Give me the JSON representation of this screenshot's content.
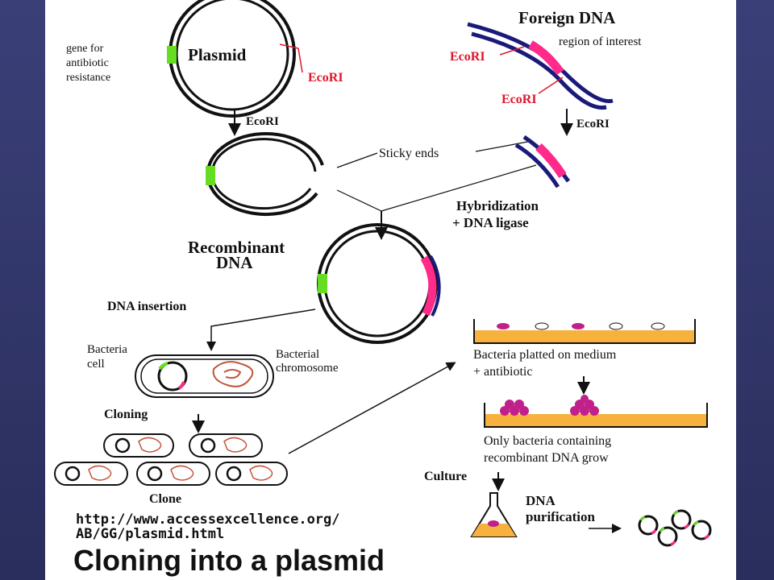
{
  "slide": {
    "title": "Cloning into a plasmid",
    "url_line1": "http://www.accessexcellence.org/",
    "url_line2": "AB/GG/plasmid.html"
  },
  "labels": {
    "plasmid": "Plasmid",
    "gene_line1": "gene for",
    "gene_line2": "antibiotic",
    "gene_line3": "resistance",
    "ecori": "EcoRI",
    "foreign_dna": "Foreign DNA",
    "region_of_interest": "region of interest",
    "sticky_ends": "Sticky ends",
    "hybridization": "Hybridization",
    "dna_ligase": "+ DNA ligase",
    "recombinant_line1": "Recombinant",
    "recombinant_line2": "DNA",
    "dna_insertion": "DNA insertion",
    "bacteria_cell_line1": "Bacteria",
    "bacteria_cell_line2": "cell",
    "chromosome_line1": "Bacterial",
    "chromosome_line2": "chromosome",
    "cloning": "Cloning",
    "clone": "Clone",
    "platted_line1": "Bacteria platted on medium",
    "platted_line2": "+ antibiotic",
    "only_line1": "Only bacteria containing",
    "only_line2": "recombinant DNA grow",
    "culture": "Culture",
    "purification_line1": "DNA",
    "purification_line2": "purification"
  },
  "colors": {
    "background": "#2b2f5e",
    "sheet": "#ffffff",
    "dna_strand": "#1a1a7a",
    "insert": "#ff2a8a",
    "gene": "#66dd22",
    "enzyme_label": "#e0162b",
    "medium": "#f6b23c",
    "colony": "#c0208a",
    "chromosome": "#c2563a"
  },
  "icons": {
    "cell": "bacteria-cell-icon",
    "flask": "flask-icon",
    "arrow": "arrow-down-icon"
  }
}
